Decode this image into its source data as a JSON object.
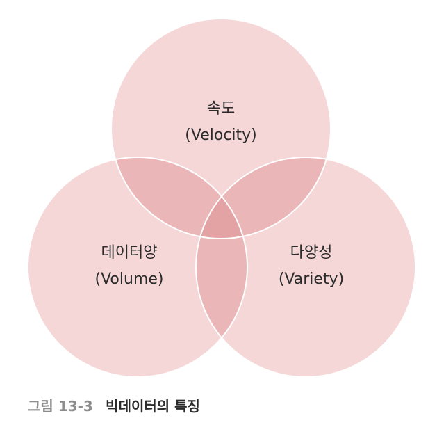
{
  "diagram": {
    "type": "venn",
    "colors": {
      "circle_fill": "#f5d7d8",
      "pair_overlap_fill": "#ebb6b8",
      "center_overlap_fill": "#e3a2a4",
      "outline": "#ffffff"
    },
    "sets": [
      {
        "id": "velocity",
        "title": "속도",
        "subtitle": "(Velocity)"
      },
      {
        "id": "volume",
        "title": "데이터양",
        "subtitle": "(Volume)"
      },
      {
        "id": "variety",
        "title": "다양성",
        "subtitle": "(Variety)"
      }
    ]
  },
  "caption": {
    "figure_number": "그림 13-3",
    "title": "빅데이터의 특징"
  }
}
